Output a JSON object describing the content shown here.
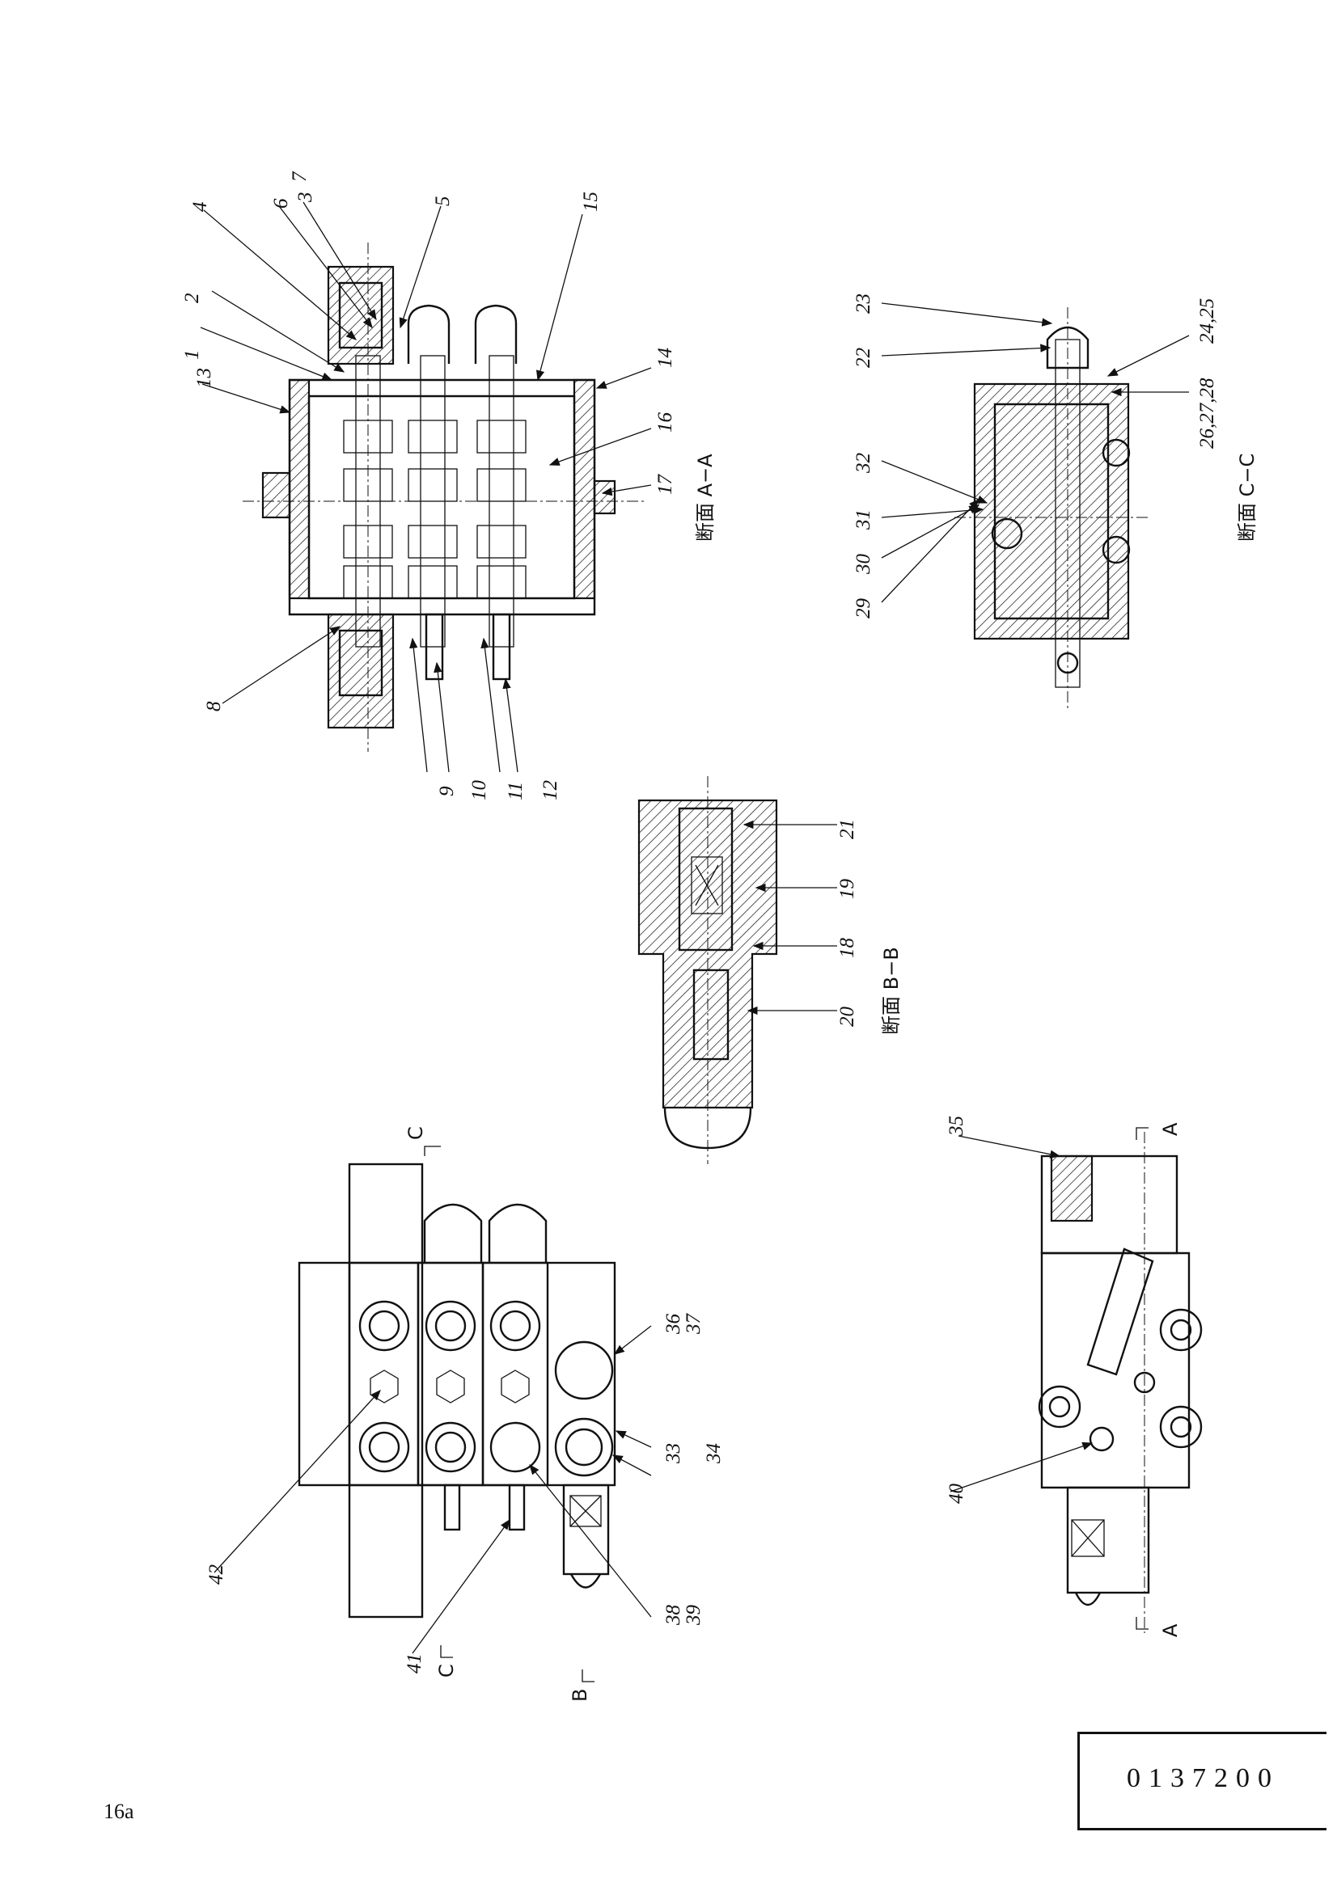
{
  "document": {
    "number": "0137200",
    "page_number": "16a"
  },
  "sections": {
    "a_a": "断面 A−A",
    "b_b": "断面 B−B",
    "c_c": "断面 C−C"
  },
  "section_markers": {
    "a": "A",
    "b": "B",
    "c": "C"
  },
  "callouts": [
    "1",
    "2",
    "3",
    "4",
    "5",
    "6",
    "7",
    "8",
    "9",
    "10",
    "11",
    "12",
    "13",
    "14",
    "15",
    "16",
    "17",
    "18",
    "19",
    "20",
    "21",
    "22",
    "23",
    "24,25",
    "26,27,28",
    "29",
    "30",
    "31",
    "32",
    "33",
    "34",
    "35",
    "36",
    "37",
    "38",
    "39",
    "40",
    "41",
    "42"
  ]
}
